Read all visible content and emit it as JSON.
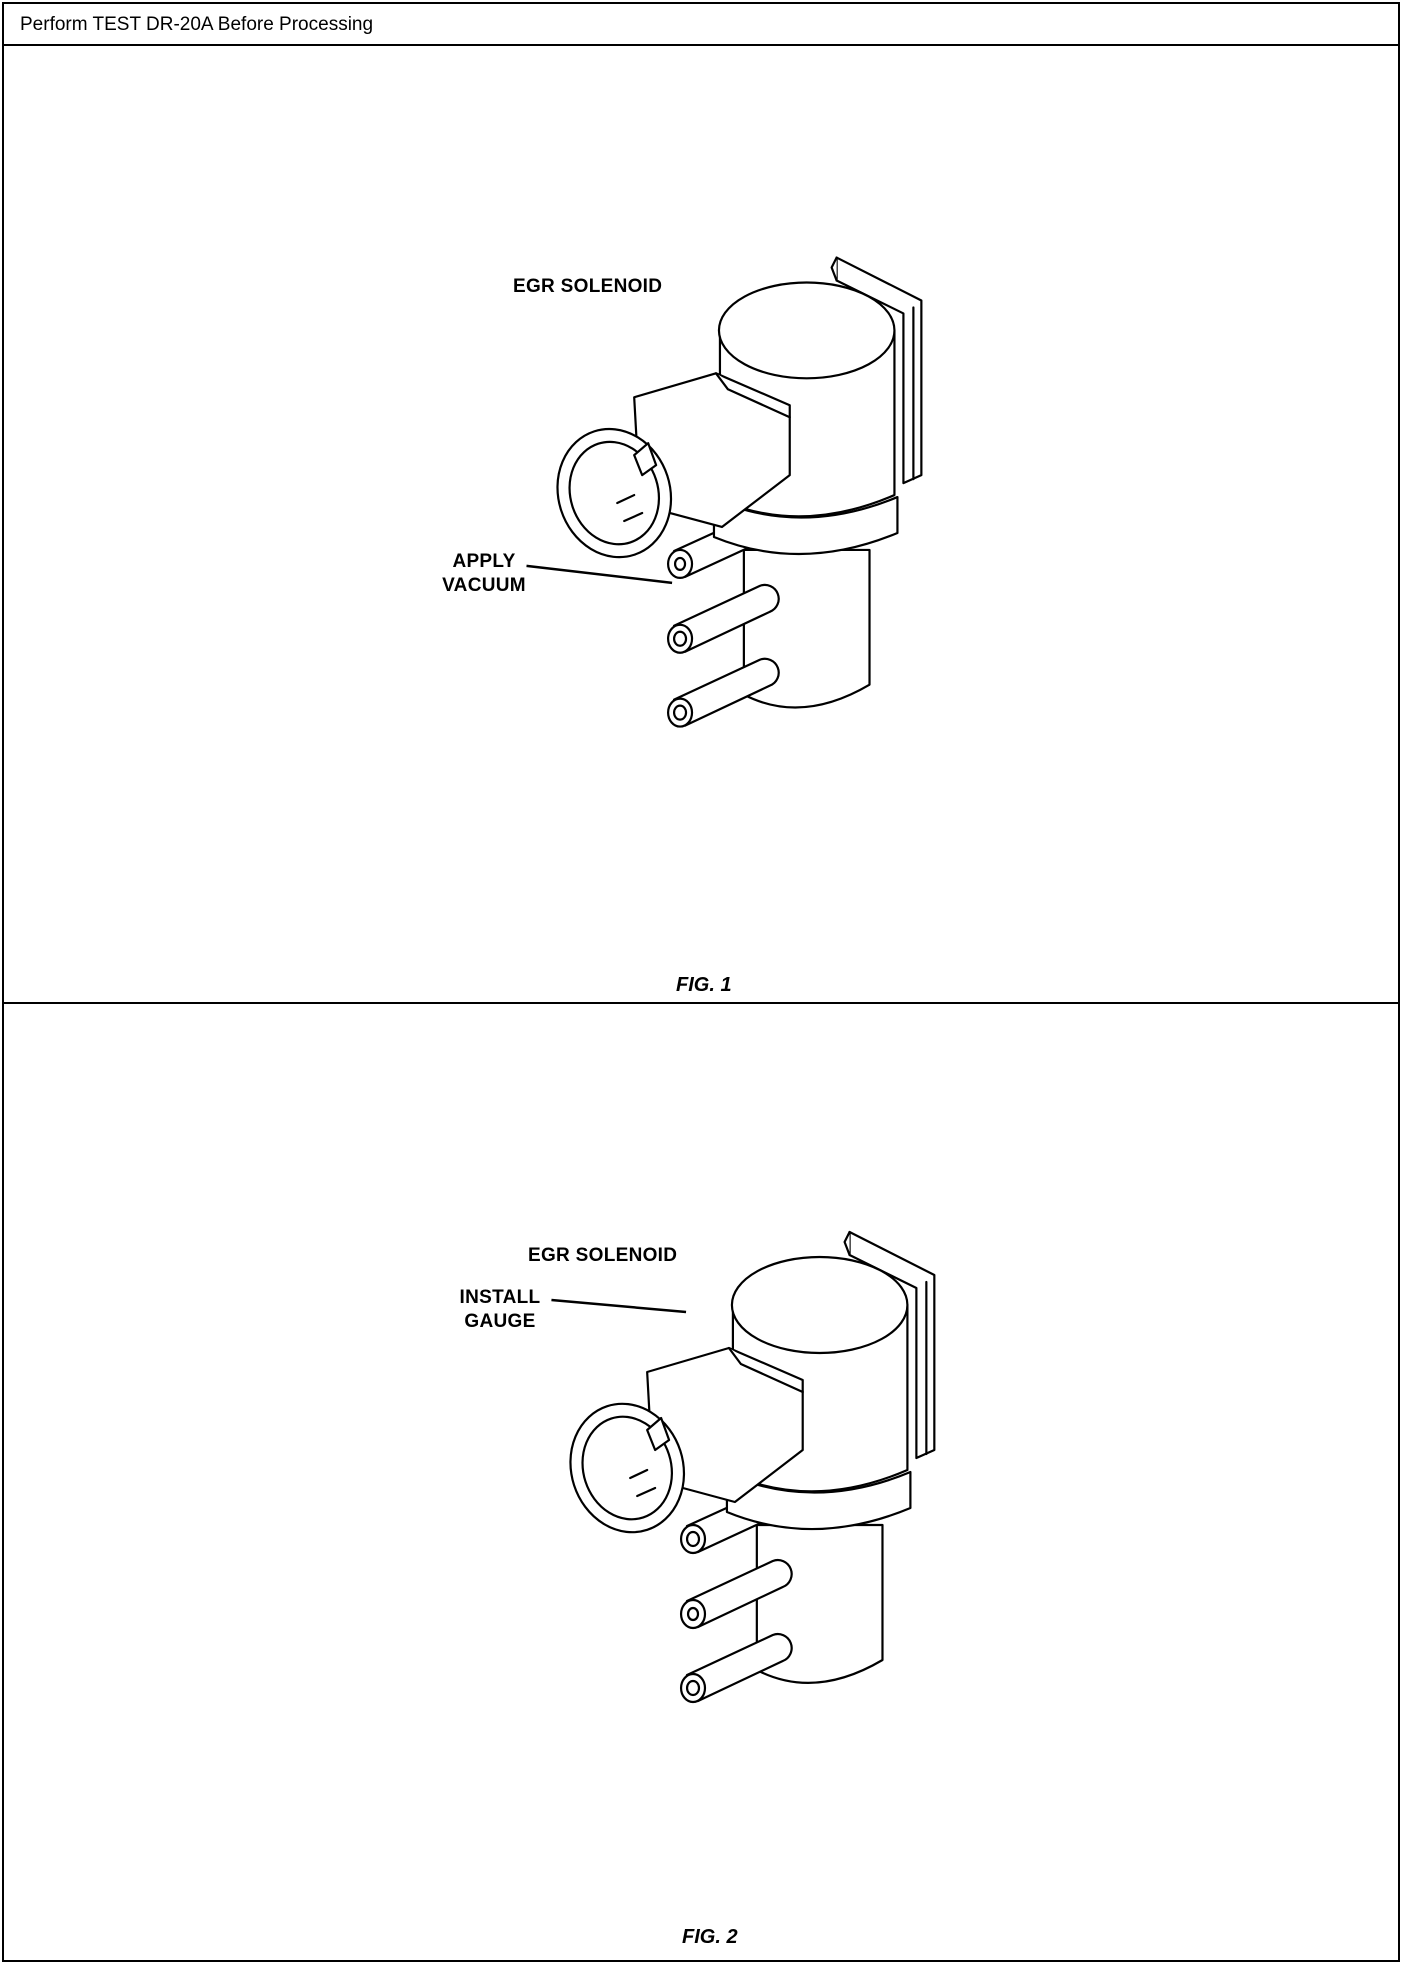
{
  "header": {
    "title": "Perform TEST DR-20A Before Processing"
  },
  "figures": [
    {
      "component_label": "EGR SOLENOID",
      "callout_line1": "APPLY",
      "callout_line2": "VACUUM",
      "caption": "FIG. 1"
    },
    {
      "component_label": "EGR SOLENOID",
      "callout_line1": "INSTALL",
      "callout_line2": "GAUGE",
      "caption": "FIG. 2"
    }
  ],
  "colors": {
    "line": "#000000",
    "background": "#ffffff"
  }
}
